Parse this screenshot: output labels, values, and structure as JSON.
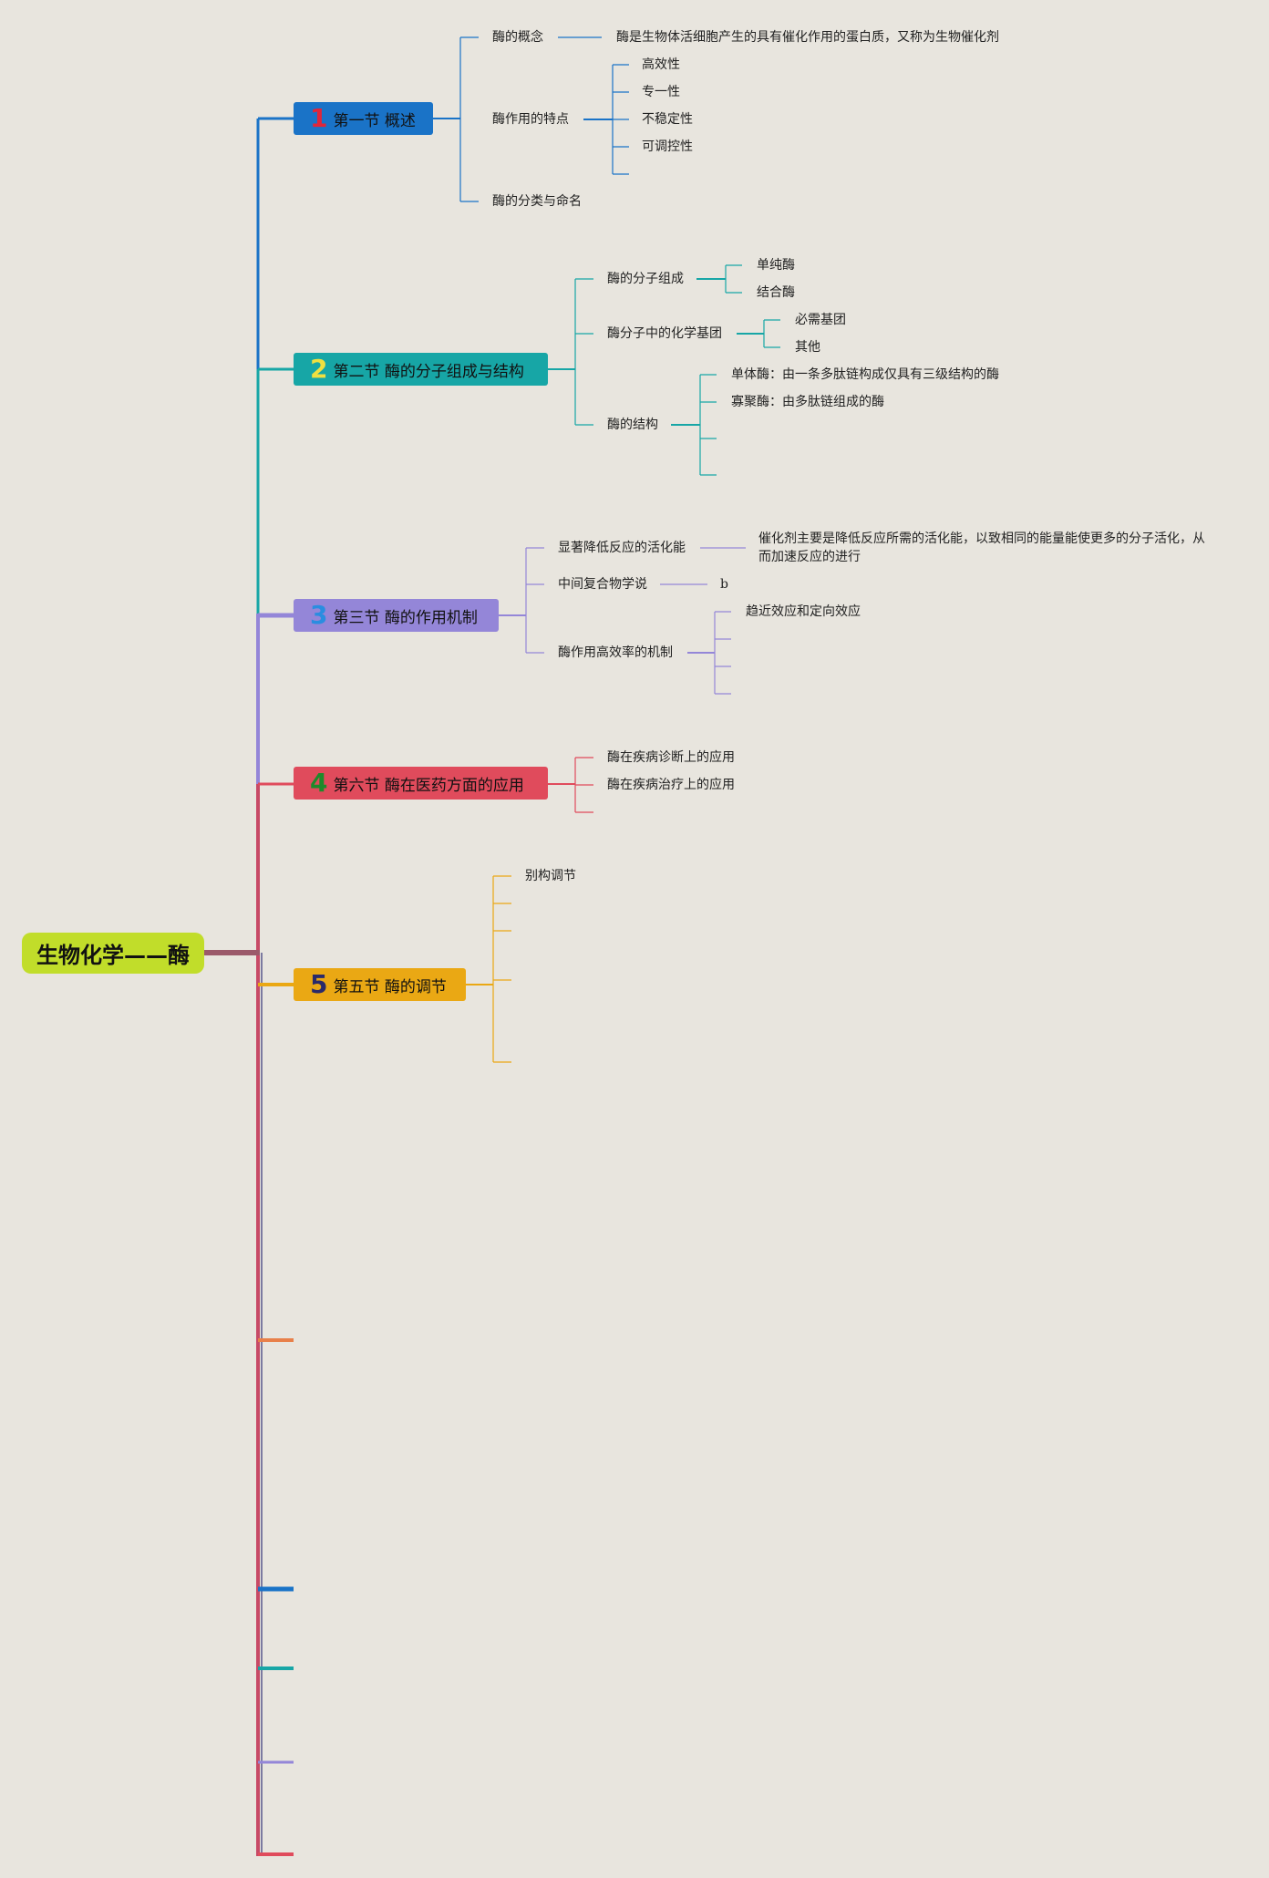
{
  "root": {
    "title": "生物化学——酶"
  },
  "colors": {
    "s1": "#1a73c7",
    "s2": "#17a6a6",
    "s3": "#9486d8",
    "s4": "#e04b5c",
    "s5": "#eaa814",
    "num1": "#e0263a",
    "num2": "#f0e040",
    "num3": "#2a8de0",
    "num4": "#1d8a2a",
    "num5": "#2a2a6a",
    "root": "#c1dd2a"
  },
  "sections": [
    {
      "num": "1",
      "title": "第一节 概述",
      "items": [
        {
          "label": "酶的概念",
          "detail": "酶是生物体活细胞产生的具有催化作用的蛋白质，又称为生物催化剂"
        },
        {
          "label": "酶作用的特点",
          "children": [
            "高效性",
            "专一性",
            "不稳定性",
            "可调控性"
          ]
        },
        {
          "label": "酶的分类与命名"
        }
      ]
    },
    {
      "num": "2",
      "title": "第二节 酶的分子组成与结构",
      "items": [
        {
          "label": "酶的分子组成",
          "children": [
            "单纯酶",
            "结合酶"
          ]
        },
        {
          "label": "酶分子中的化学基团",
          "children": [
            "必需基团",
            "其他"
          ]
        },
        {
          "label": "酶的结构",
          "children": [
            "单体酶：由一条多肽链构成仅具有三级结构的酶",
            "寡聚酶：由多肽链组成的酶"
          ]
        }
      ]
    },
    {
      "num": "3",
      "title": "第三节 酶的作用机制",
      "items": [
        {
          "label": "显著降低反应的活化能",
          "detail": "催化剂主要是降低反应所需的活化能，以致相同的能量能使更多的分子活化，从而加速反应的进行"
        },
        {
          "label": "中间复合物学说",
          "detail": "b"
        },
        {
          "label": "酶作用高效率的机制",
          "children": [
            "趋近效应和定向效应"
          ]
        }
      ]
    },
    {
      "num": "4",
      "title": "第六节 酶在医药方面的应用",
      "items": [
        {
          "label": "酶在疾病诊断上的应用"
        },
        {
          "label": "酶在疾病治疗上的应用"
        }
      ]
    },
    {
      "num": "5",
      "title": "第五节 酶的调节",
      "items": [
        {
          "label": "别构调节"
        }
      ]
    }
  ]
}
